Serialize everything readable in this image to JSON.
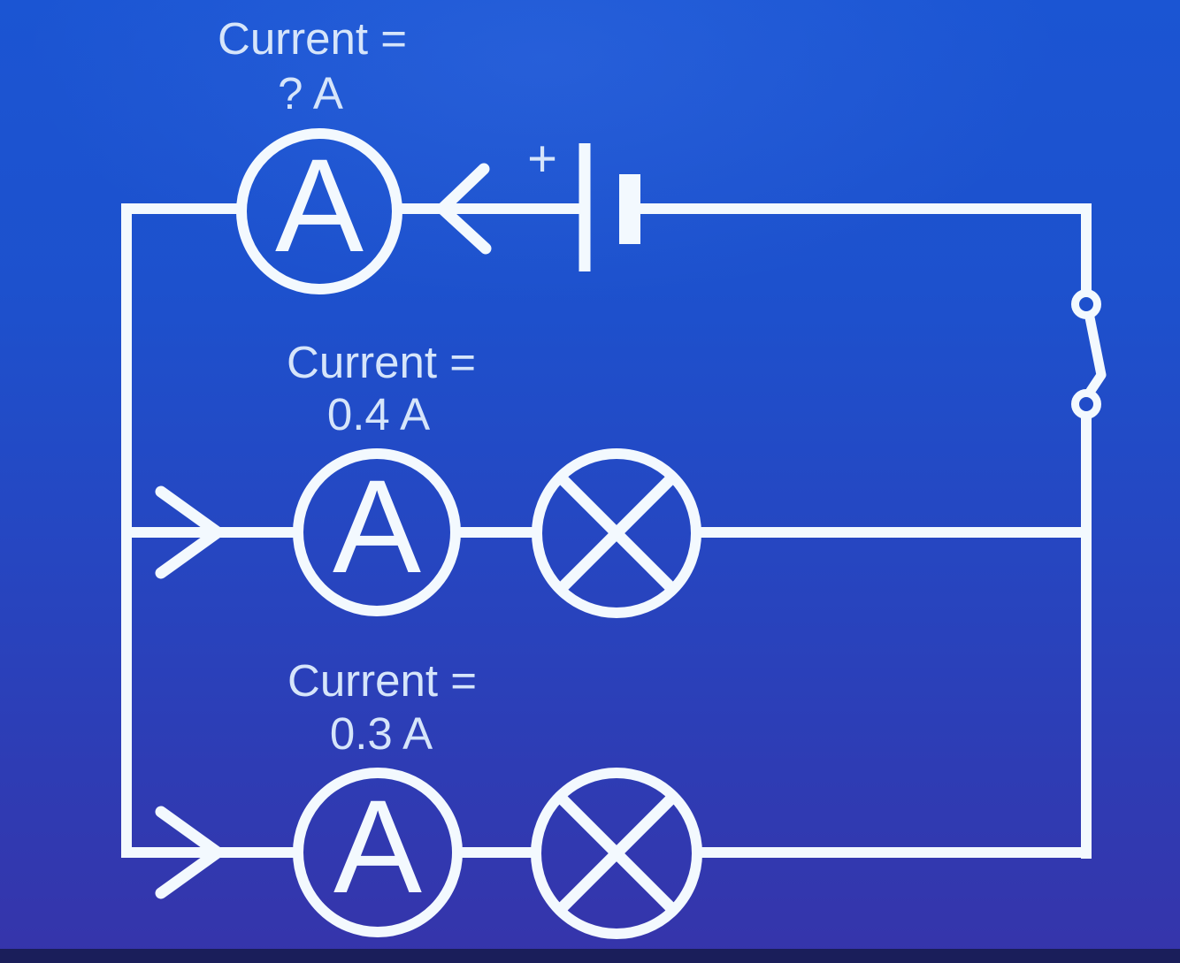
{
  "figure_type": "parallel-circuit-diagram",
  "labels": {
    "top": {
      "line1": "Current =",
      "line2": "? A"
    },
    "middle": {
      "line1": "Current =",
      "line2": "0.4 A"
    },
    "bottom": {
      "line1": "Current =",
      "line2": "0.3 A"
    }
  },
  "symbols": {
    "ammeter_letter": "A",
    "battery_positive_sign": "+"
  },
  "colors": {
    "background_top": "#1b55d3",
    "background_bottom": "#3634aa",
    "wire_color": "#f3f9fe",
    "text_color": "#d6e5fa",
    "footer_bar": "#1a1e5a"
  }
}
